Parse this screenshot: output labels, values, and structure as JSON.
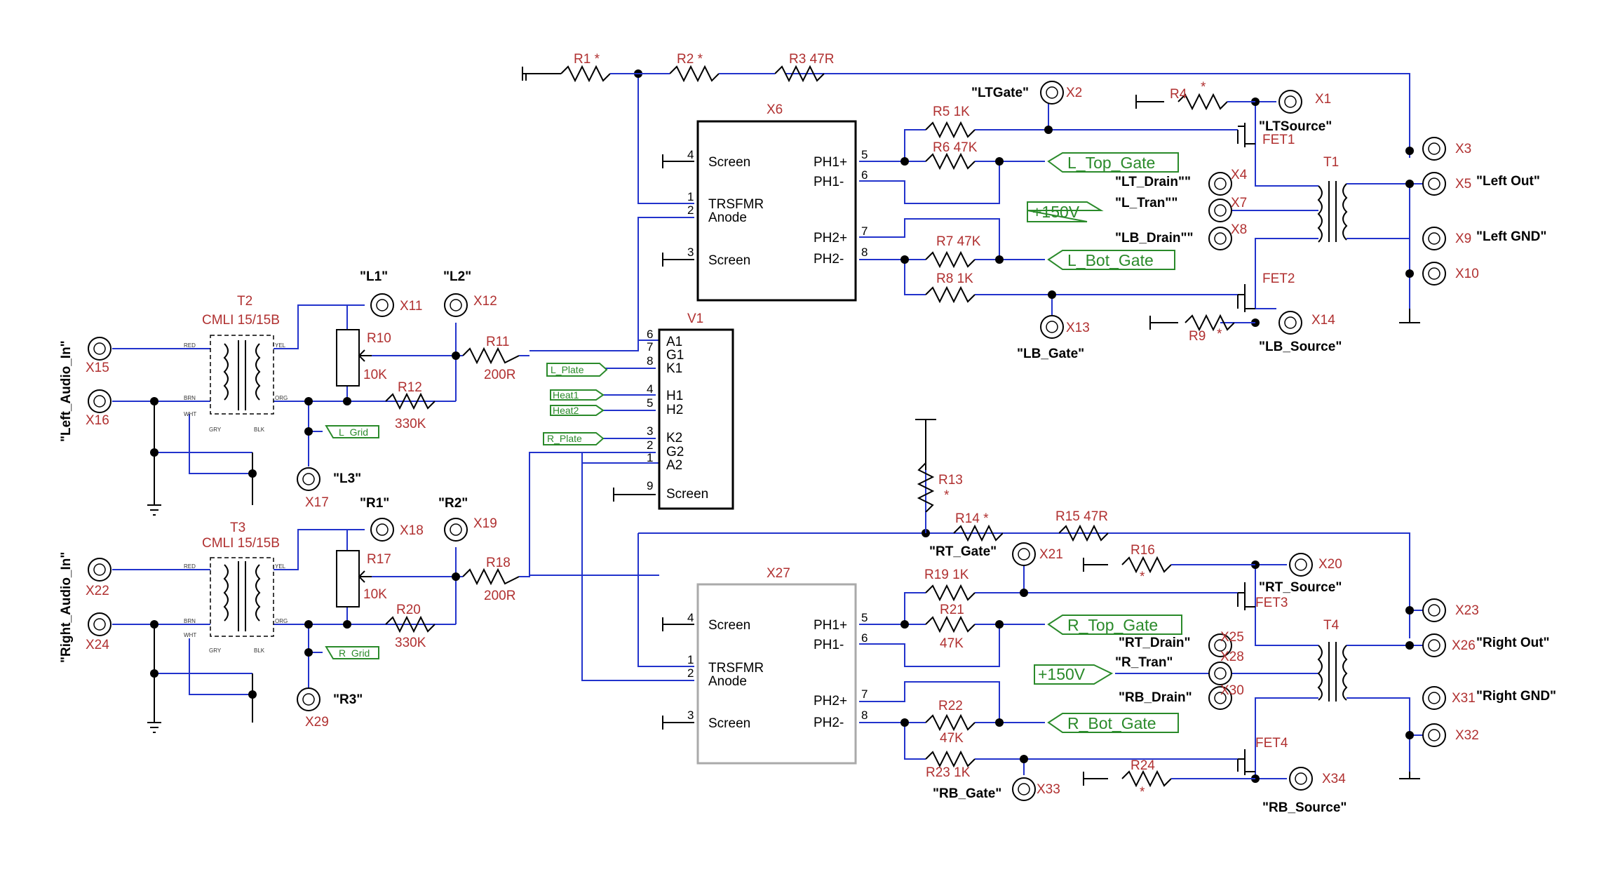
{
  "sheet": {
    "title": ""
  },
  "labels": {
    "R1": "R1 *",
    "R2": "R2 *",
    "R3": "R3 47R",
    "R4": "R4",
    "R4s": "*",
    "R5": "R5 1K",
    "R6": "R6 47K",
    "R7": "R7 47K",
    "R8": "R8 1K",
    "R9": "R9",
    "R9s": "*",
    "R10": "R10",
    "R10v": "10K",
    "R11": "R11",
    "R11v": "200R",
    "R12": "R12",
    "R12v": "330K",
    "R13": "R13",
    "R13s": "*",
    "R14": "R14 *",
    "R15": "R15 47R",
    "R16": "R16",
    "R16s": "*",
    "R17": "R17",
    "R17v": "10K",
    "R18": "R18",
    "R18v": "200R",
    "R19": "R19 1K",
    "R20": "R20",
    "R20v": "330K",
    "R21": "R21",
    "R21v": "47K",
    "R22": "R22",
    "R22v": "47K",
    "R23": "R23 1K",
    "R24": "R24",
    "R24s": "*",
    "X1": "X1",
    "X2": "X2",
    "X3": "X3",
    "X4": "X4",
    "X5": "X5",
    "X6": "X6",
    "X7": "X7",
    "X8": "X8",
    "X9": "X9",
    "X10": "X10",
    "X11": "X11",
    "X12": "X12",
    "X13": "X13",
    "X14": "X14",
    "X15": "X15",
    "X16": "X16",
    "X17": "X17",
    "X18": "X18",
    "X19": "X19",
    "X20": "X20",
    "X21": "X21",
    "X22": "X22",
    "X23": "X23",
    "X24": "X24",
    "X25": "X25",
    "X26": "X26",
    "X27": "X27",
    "X28": "X28",
    "X29": "X29",
    "X30": "X30",
    "X31": "X31",
    "X32": "X32",
    "X33": "X33",
    "X34": "X34",
    "T1": "T1",
    "T2": "T2",
    "T2t": "CMLI 15/15B",
    "T3": "T3",
    "T3t": "CMLI 15/15B",
    "T4": "T4",
    "V1": "V1",
    "FET1": "FET1",
    "FET2": "FET2",
    "FET3": "FET3",
    "FET4": "FET4"
  },
  "nets": {
    "LTGate": "\"LTGate\"",
    "LTSource": "\"LTSource\"",
    "LT_Drain": "\"LT_Drain\"\"",
    "L_Tran": "\"L_Tran\"\"",
    "LB_Drain": "\"LB_Drain\"\"",
    "LB_Gate": "\"LB_Gate\"",
    "LB_Source": "\"LB_Source\"",
    "Left_Out": "\"Left Out\"",
    "Left_GND": "\"Left GND\"",
    "L1": "\"L1\"",
    "L2": "\"L2\"",
    "L3": "\"L3\"",
    "R1": "\"R1\"",
    "R2": "\"R2\"",
    "R3": "\"R3\"",
    "Left_Audio_In": "\"Left_Audio_In\"",
    "Right_Audio_In": "\"Right_Audio_In\"",
    "RT_Gate": "\"RT_Gate\"",
    "RT_Source": "\"RT_Source\"",
    "RT_Drain": "\"RT_Drain\"",
    "R_Tran": "\"R_Tran\"",
    "RB_Drain": "\"RB_Drain\"",
    "RB_Gate": "\"RB_Gate\"",
    "RB_Source": "\"RB_Source\"",
    "Right_Out": "\"Right Out\"",
    "Right_GND": "\"Right GND\""
  },
  "tags": {
    "L_Top_Gate": "L_Top_Gate",
    "L_Bot_Gate": "L_Bot_Gate",
    "plus150_L": "+150V",
    "R_Top_Gate": "R_Top_Gate",
    "R_Bot_Gate": "R_Bot_Gate",
    "plus150_R": "+150V",
    "L_Plate": "L_Plate",
    "Heat1": "Heat1",
    "Heat2": "Heat2",
    "R_Plate": "R_Plate",
    "L_Grid": "L_Grid",
    "R_Grid": "R_Grid"
  },
  "ic": {
    "screen": "Screen",
    "trsfmr": "TRSFMR",
    "anode": "Anode",
    "ph1p": "PH1+",
    "ph1m": "PH1-",
    "ph2p": "PH2+",
    "ph2m": "PH2-",
    "p4": "4",
    "p1": "1",
    "p2": "2",
    "p3": "3",
    "p5": "5",
    "p6": "6",
    "p7": "7",
    "p8": "8",
    "p9": "9",
    "A1": "A1",
    "G1": "G1",
    "K1": "K1",
    "H1": "H1",
    "H2": "H2",
    "K2": "K2",
    "G2": "G2",
    "A2": "A2"
  },
  "wire_colors": {
    "net": "#2233cc",
    "ground": "#000000",
    "component_label": "#b03030",
    "tag": "#2a8a2a"
  },
  "transformer_pins": {
    "red": "RED",
    "brn": "BRN",
    "wht": "WHT",
    "gry": "GRY",
    "blk": "BLK",
    "yel": "YEL",
    "org": "ORG"
  }
}
